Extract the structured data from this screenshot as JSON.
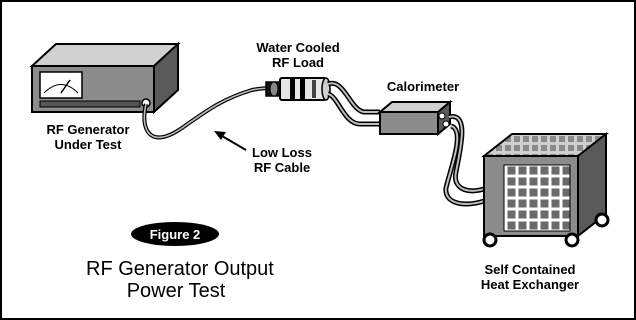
{
  "labels": {
    "rf_generator": [
      "RF Generator",
      "Under Test"
    ],
    "water_cooled_load": [
      "Water Cooled",
      "RF Load"
    ],
    "calorimeter": "Calorimeter",
    "cable": [
      "Low Loss",
      "RF Cable"
    ],
    "heat_exchanger": [
      "Self Contained",
      "Heat Exchanger"
    ]
  },
  "figure": {
    "badge": "Figure 2",
    "caption": [
      "RF Generator Output",
      "Power Test"
    ]
  },
  "colors": {
    "line": "#000000",
    "box_front": "#8c8c8c",
    "box_top": "#d0d0d0",
    "box_side": "#5a5a5a",
    "badge": "#000000"
  }
}
